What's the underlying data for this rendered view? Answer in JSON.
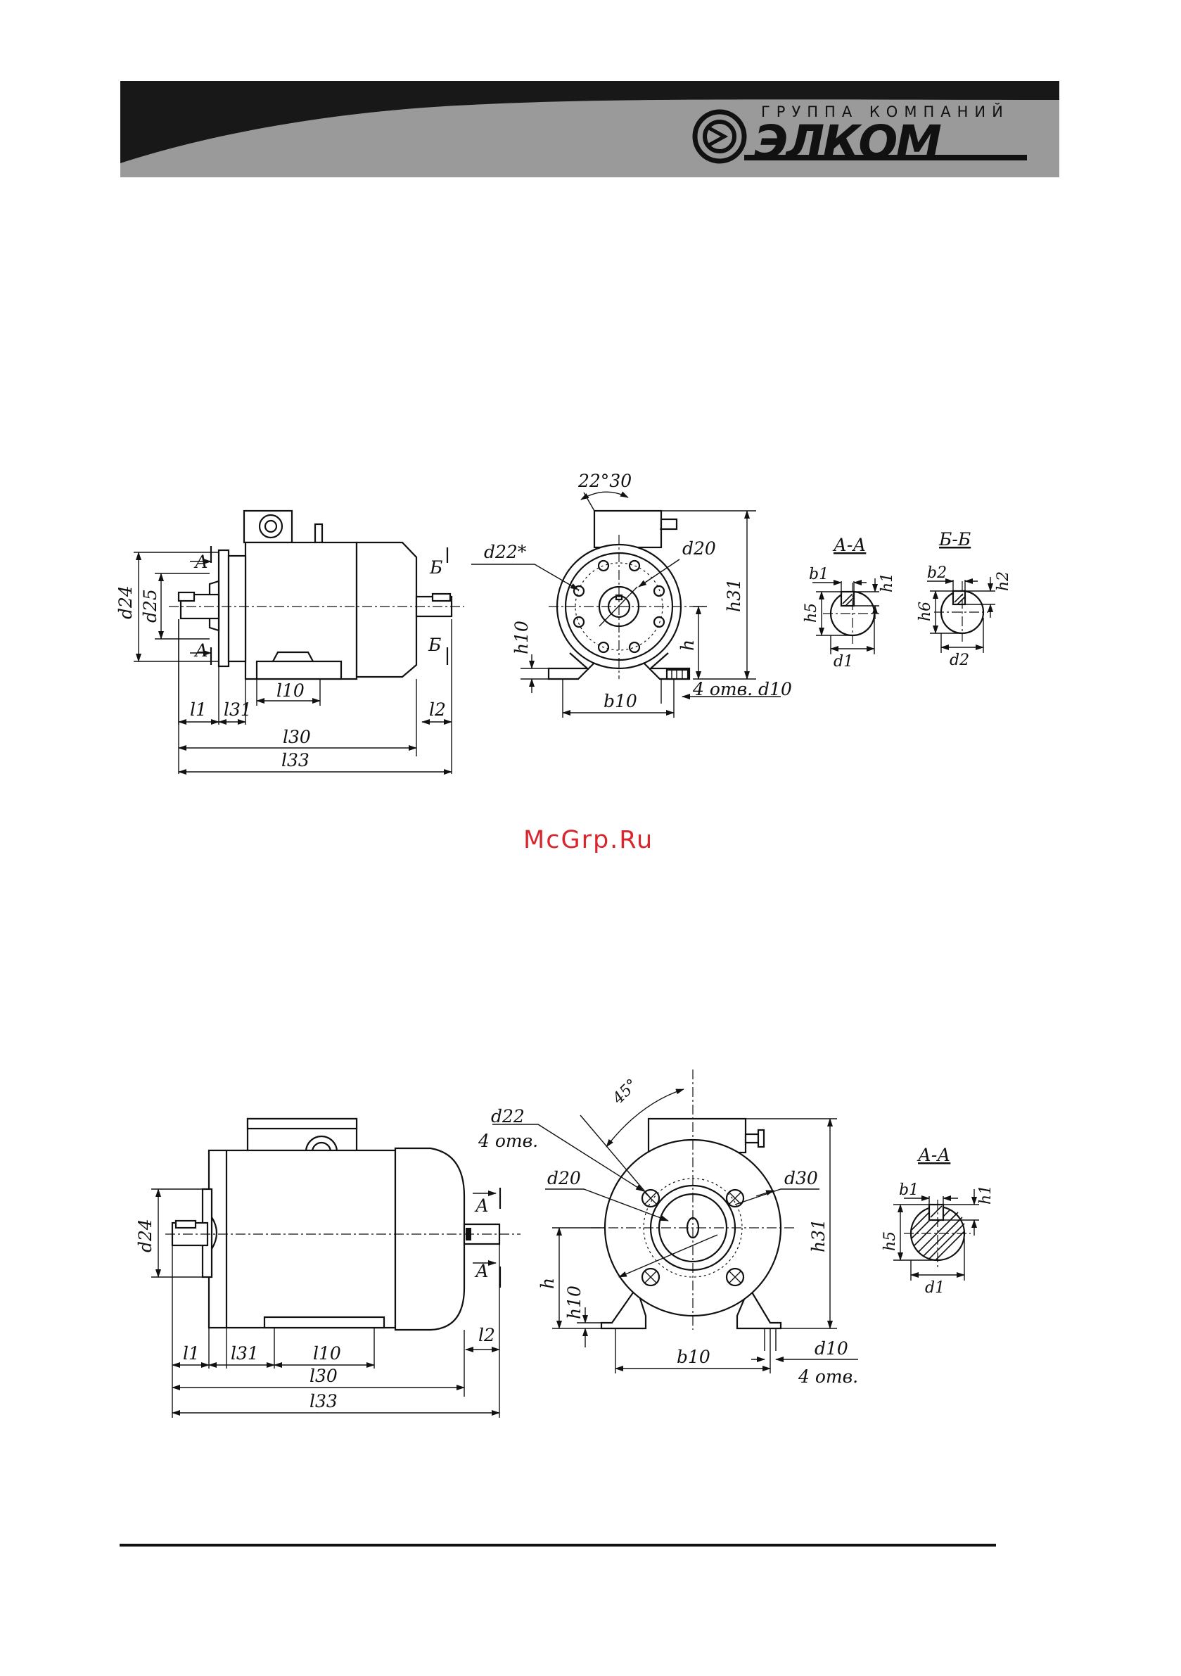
{
  "header": {
    "subtitle": "ГРУППА КОМПАНИЙ",
    "brand": "ЭЛКОМ"
  },
  "watermark": "McGrp.Ru",
  "drawing_1": {
    "side_view": {
      "section_a_top": "А",
      "section_a_bottom": "А",
      "section_b_top": "Б",
      "section_b_bottom": "Б",
      "d24": "d24",
      "d25": "d25",
      "l1": "l1",
      "l31": "l31",
      "l10": "l10",
      "l2": "l2",
      "l30": "l30",
      "l33": "l33"
    },
    "front_view": {
      "angle": "22°30",
      "d22": "d22*",
      "d20": "d20",
      "h31": "h31",
      "h": "h",
      "h10": "h10",
      "b10": "b10",
      "holes": "4 отв. d10"
    },
    "section_aa": {
      "title": "А-А",
      "b1": "b1",
      "h1": "h1",
      "h5": "h5",
      "d1": "d1"
    },
    "section_bb": {
      "title": "Б-Б",
      "b2": "b2",
      "h2": "h2",
      "h6": "h6",
      "d2": "d2"
    }
  },
  "drawing_2": {
    "side_view": {
      "d24": "d24",
      "section_a_top": "А",
      "section_a_bottom": "А",
      "l1": "l1",
      "l31": "l31",
      "l10": "l10",
      "l2": "l2",
      "l30": "l30",
      "l33": "l33"
    },
    "front_view": {
      "angle": "45°",
      "d22": "d22",
      "d22_holes": "4 отв.",
      "d20": "d20",
      "d30": "d30",
      "h31": "h31",
      "h": "h",
      "h10": "h10",
      "b10": "b10",
      "d10": "d10",
      "d10_holes": "4 отв."
    },
    "section_aa": {
      "title": "А-А",
      "b1": "b1",
      "h1": "h1",
      "h5": "h5",
      "d1": "d1"
    }
  }
}
